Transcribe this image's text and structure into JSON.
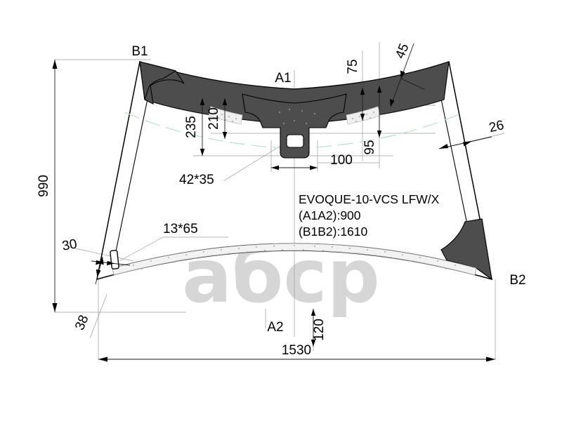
{
  "drawing": {
    "part_label": {
      "code": "EVOQUE-10-VCS LFW/X",
      "line2": "(A1A2):900",
      "line3": "(B1B2):1610"
    },
    "corner_labels": {
      "top_left": "B1",
      "top_center": "A1",
      "bottom_center": "A2",
      "bottom_right": "B2"
    },
    "dimensions": {
      "overall_width": "1530",
      "overall_height": "990",
      "top_band_outer": "235",
      "top_band_inner": "210",
      "sensor_width": "100",
      "sensor_hole": "42*35",
      "right_upper": "75",
      "right_angled": "45",
      "right_lower": "95",
      "right_edge": "26",
      "bottom_band": "120",
      "left_angled": "30",
      "left_bottom": "38",
      "bottom_bracket": "13*65"
    },
    "watermark": "aбcp",
    "colors": {
      "frit": "#4d4d4d",
      "tint": "#bfe3d0",
      "outline": "#000000",
      "thin_line": "#9a9a9a",
      "watermark": "#d6d6d6"
    }
  }
}
